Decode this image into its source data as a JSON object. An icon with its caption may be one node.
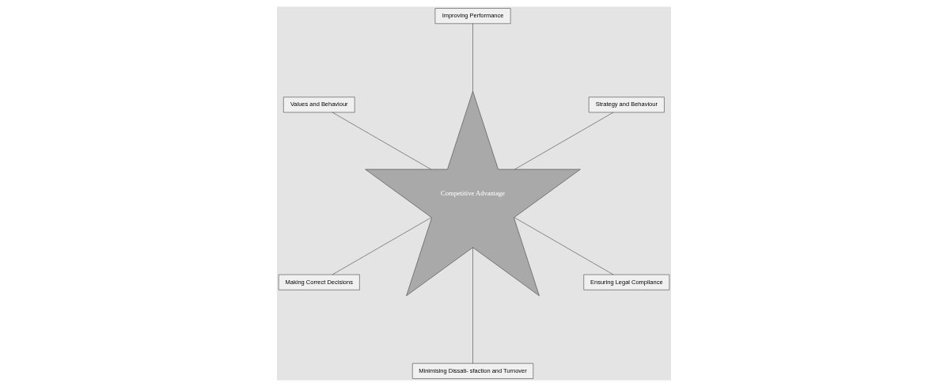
{
  "diagram": {
    "nodes": [
      {
        "text": [
          "Strategy and Behaviour"
        ]
      },
      {
        "text": [
          "Improving Performance"
        ]
      },
      {
        "text": [
          "Values and Behaviour"
        ]
      },
      {
        "text": [
          "Competitive Advantage"
        ]
      },
      {
        "text": [
          "Making Correct Decisions"
        ]
      },
      {
        "text": [
          "Minimising Dissati- sfaction and Turnover"
        ]
      },
      {
        "text": [
          "Ensuring Legal Compilance"
        ]
      }
    ],
    "edges": [
      {
        "from": 0,
        "to": 3,
        "arrow": "none"
      },
      {
        "from": 1,
        "to": 3,
        "arrow": "none"
      },
      {
        "from": 2,
        "to": 3,
        "arrow": "none"
      },
      {
        "from": 4,
        "to": 3,
        "arrow": "none"
      },
      {
        "from": 5,
        "to": 3,
        "arrow": "none"
      },
      {
        "from": 6,
        "to": 3,
        "arrow": "none"
      }
    ]
  }
}
